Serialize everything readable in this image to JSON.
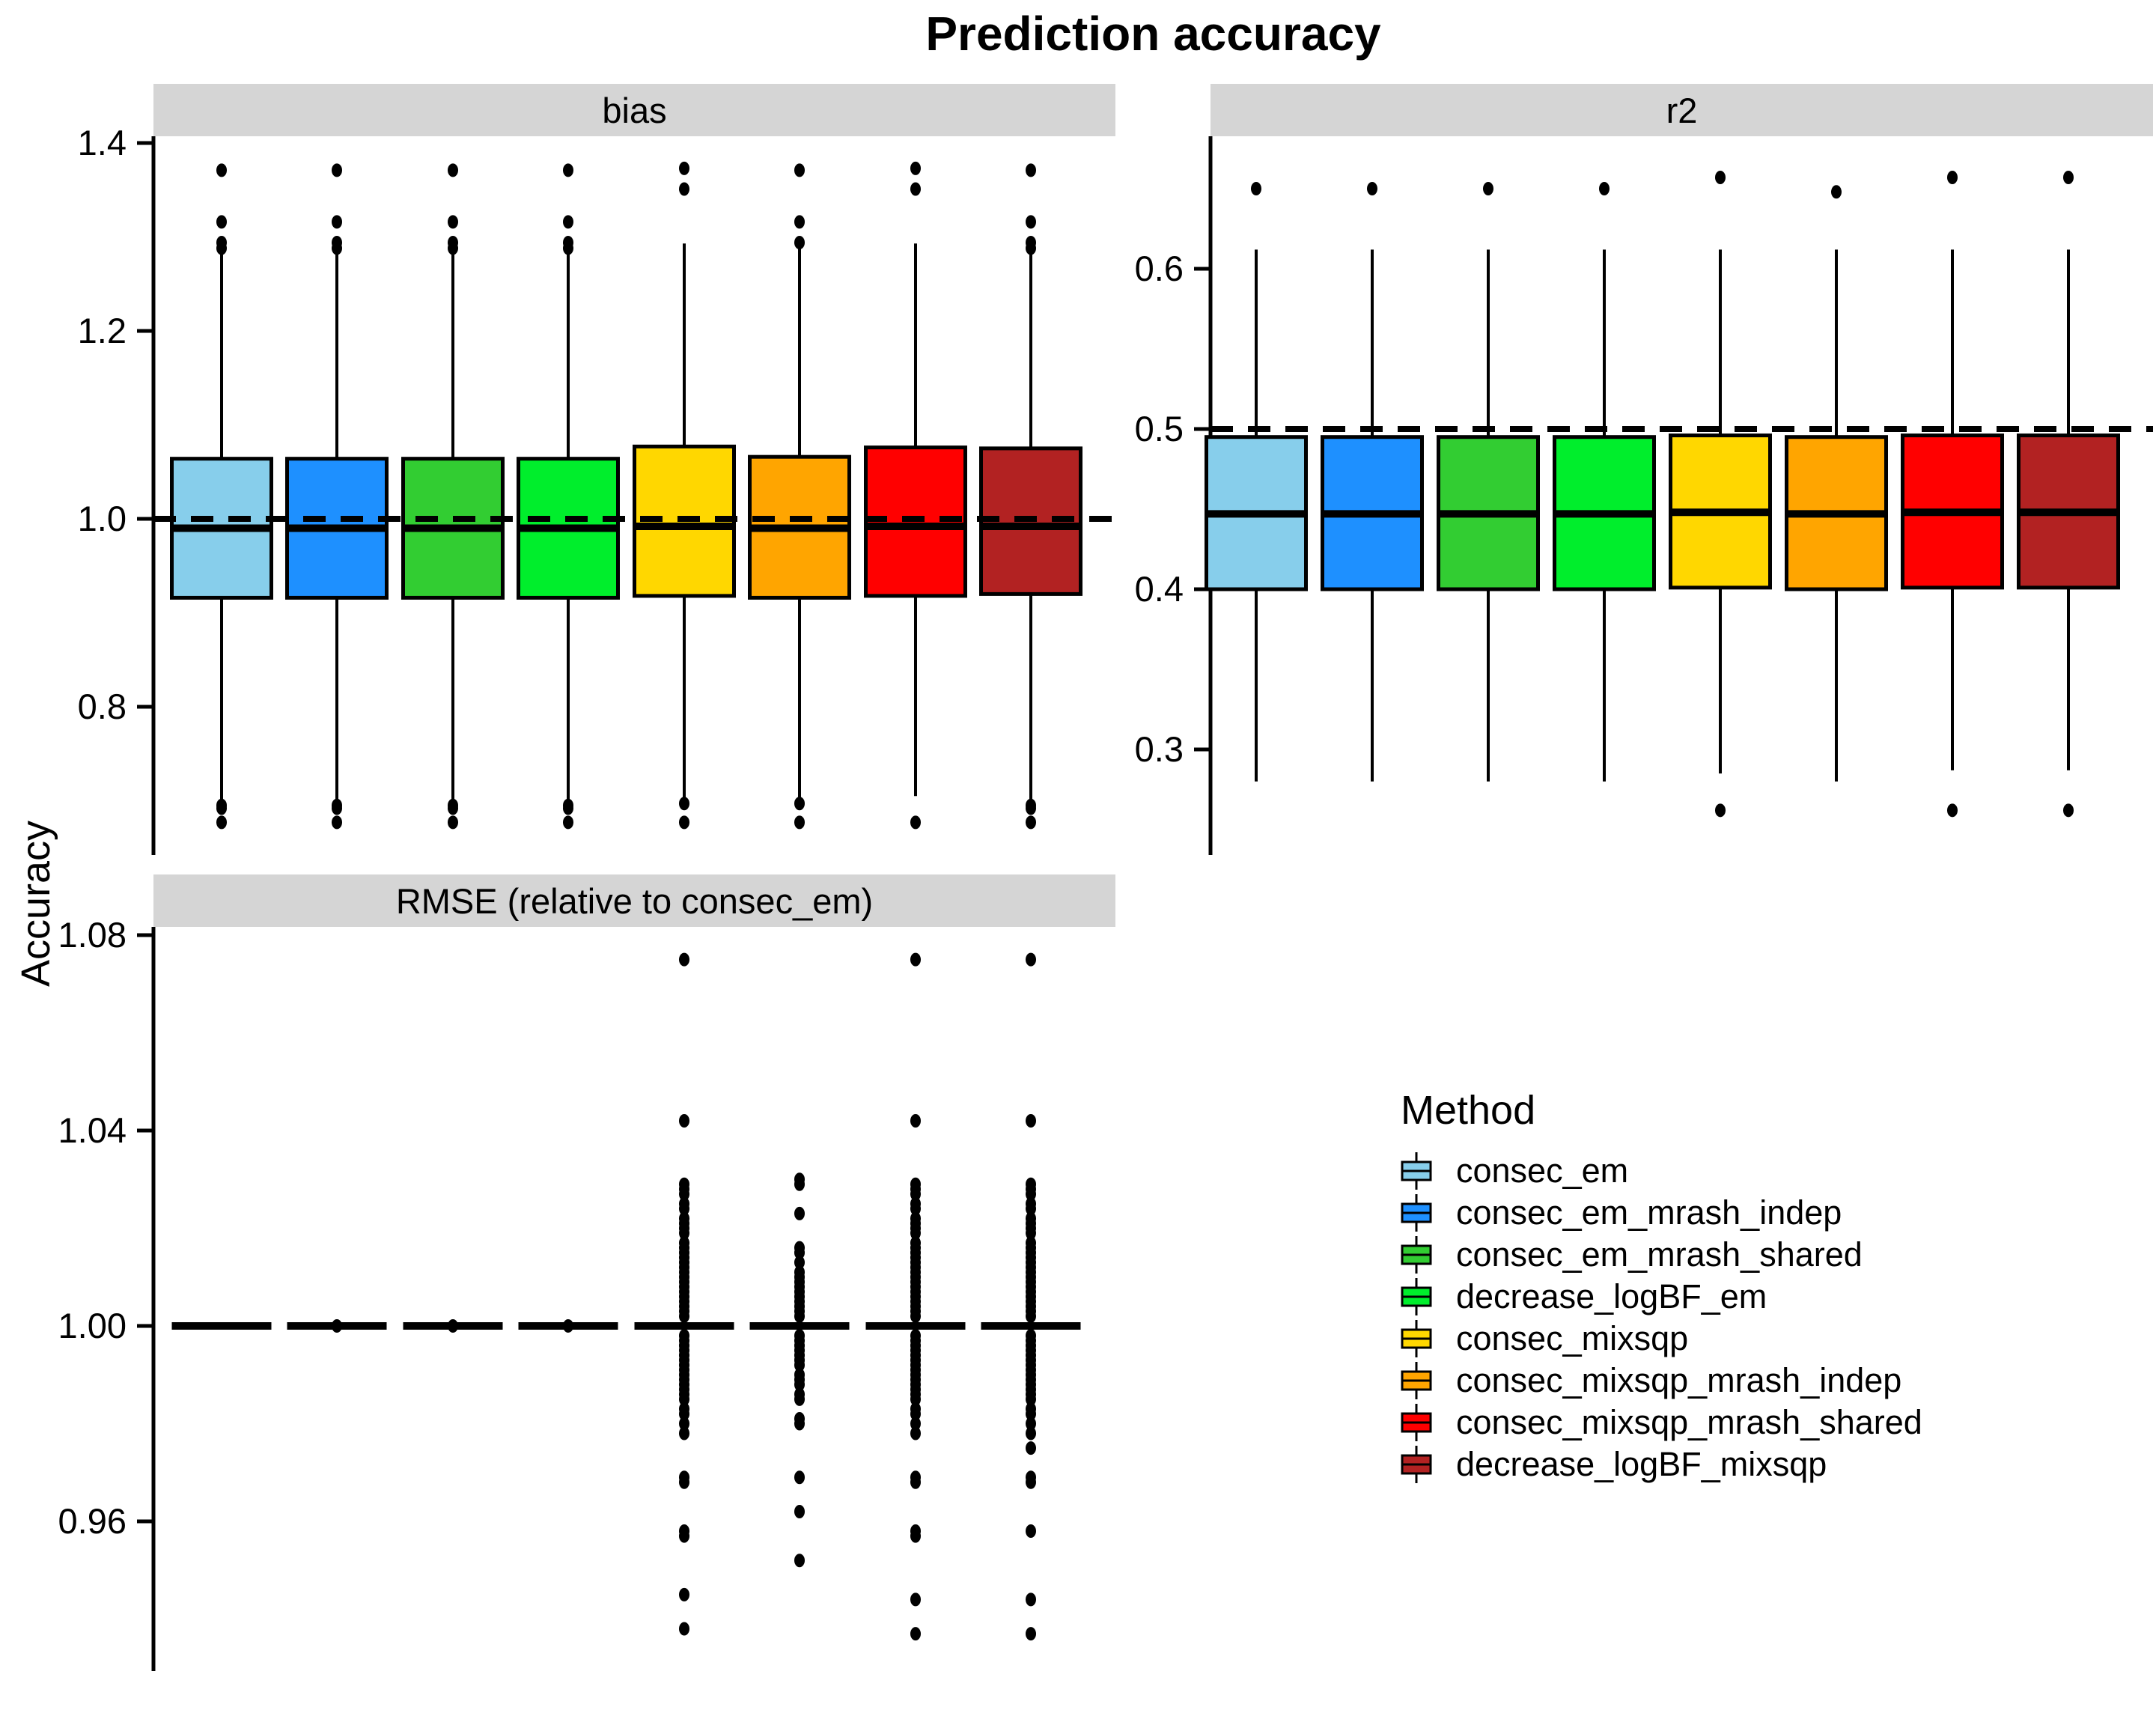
{
  "title": "Prediction accuracy",
  "ylabel": "Accuracy",
  "palette": [
    "#87CEEB",
    "#1E90FF",
    "#32CD32",
    "#00EE2C",
    "#FFD700",
    "#FFA500",
    "#FF0000",
    "#B22222"
  ],
  "strip_color": "#D5D5D5",
  "legend": {
    "title": "Method",
    "items": [
      {
        "label": "consec_em",
        "color": "#87CEEB"
      },
      {
        "label": "consec_em_mrash_indep",
        "color": "#1E90FF"
      },
      {
        "label": "consec_em_mrash_shared",
        "color": "#32CD32"
      },
      {
        "label": "decrease_logBF_em",
        "color": "#00EE2C"
      },
      {
        "label": "consec_mixsqp",
        "color": "#FFD700"
      },
      {
        "label": "consec_mixsqp_mrash_indep",
        "color": "#FFA500"
      },
      {
        "label": "consec_mixsqp_mrash_shared",
        "color": "#FF0000"
      },
      {
        "label": "decrease_logBF_mixsqp",
        "color": "#B22222"
      }
    ]
  },
  "chart_data": [
    {
      "id": "bias",
      "type": "box",
      "title": "bias",
      "ylim": [
        0.64,
        1.41
      ],
      "yticks": [
        {
          "v": 1.4,
          "label": "1.4"
        },
        {
          "v": 1.2,
          "label": "1.2"
        },
        {
          "v": 1.0,
          "label": "1.0"
        },
        {
          "v": 0.8,
          "label": "0.8"
        }
      ],
      "refline": 1.0,
      "grid": false,
      "legend_position": "none",
      "methods": [
        {
          "name": "consec_em",
          "color": "#87CEEB",
          "q1": 0.916,
          "median": 0.99,
          "q3": 1.064,
          "whisker_lo": 0.697,
          "whisker_hi": 1.285,
          "outliers_hi": [
            1.371,
            1.316,
            1.294,
            1.288
          ],
          "outliers_lo": [
            0.695,
            0.692,
            0.677
          ]
        },
        {
          "name": "consec_em_mrash_indep",
          "color": "#1E90FF",
          "q1": 0.916,
          "median": 0.99,
          "q3": 1.064,
          "whisker_lo": 0.697,
          "whisker_hi": 1.285,
          "outliers_hi": [
            1.371,
            1.316,
            1.294,
            1.288
          ],
          "outliers_lo": [
            0.695,
            0.692,
            0.677
          ]
        },
        {
          "name": "consec_em_mrash_shared",
          "color": "#32CD32",
          "q1": 0.916,
          "median": 0.99,
          "q3": 1.064,
          "whisker_lo": 0.697,
          "whisker_hi": 1.285,
          "outliers_hi": [
            1.371,
            1.316,
            1.294,
            1.288
          ],
          "outliers_lo": [
            0.695,
            0.692,
            0.677
          ]
        },
        {
          "name": "decrease_logBF_em",
          "color": "#00EE2C",
          "q1": 0.916,
          "median": 0.99,
          "q3": 1.064,
          "whisker_lo": 0.697,
          "whisker_hi": 1.285,
          "outliers_hi": [
            1.371,
            1.316,
            1.294,
            1.288
          ],
          "outliers_lo": [
            0.695,
            0.692,
            0.677
          ]
        },
        {
          "name": "consec_mixsqp",
          "color": "#FFD700",
          "q1": 0.918,
          "median": 0.992,
          "q3": 1.077,
          "whisker_lo": 0.7,
          "whisker_hi": 1.293,
          "outliers_hi": [
            1.373,
            1.351
          ],
          "outliers_lo": [
            0.697,
            0.677
          ]
        },
        {
          "name": "consec_mixsqp_mrash_indep",
          "color": "#FFA500",
          "q1": 0.916,
          "median": 0.99,
          "q3": 1.066,
          "whisker_lo": 0.7,
          "whisker_hi": 1.293,
          "outliers_hi": [
            1.371,
            1.316,
            1.294
          ],
          "outliers_lo": [
            0.697,
            0.677
          ]
        },
        {
          "name": "consec_mixsqp_mrash_shared",
          "color": "#FF0000",
          "q1": 0.918,
          "median": 0.992,
          "q3": 1.076,
          "whisker_lo": 0.705,
          "whisker_hi": 1.293,
          "outliers_hi": [
            1.373,
            1.351
          ],
          "outliers_lo": [
            0.677
          ]
        },
        {
          "name": "decrease_logBF_mixsqp",
          "color": "#B22222",
          "q1": 0.92,
          "median": 0.992,
          "q3": 1.075,
          "whisker_lo": 0.697,
          "whisker_hi": 1.285,
          "outliers_hi": [
            1.371,
            1.316,
            1.294,
            1.288
          ],
          "outliers_lo": [
            0.695,
            0.692,
            0.677
          ]
        }
      ]
    },
    {
      "id": "r2",
      "type": "box",
      "title": "r2",
      "ylim": [
        0.235,
        0.683
      ],
      "yticks": [
        {
          "v": 0.6,
          "label": "0.6"
        },
        {
          "v": 0.5,
          "label": "0.5"
        },
        {
          "v": 0.4,
          "label": "0.4"
        },
        {
          "v": 0.3,
          "label": "0.3"
        }
      ],
      "refline": 0.5,
      "grid": false,
      "legend_position": "none",
      "methods": [
        {
          "name": "consec_em",
          "color": "#87CEEB",
          "q1": 0.4,
          "median": 0.447,
          "q3": 0.495,
          "whisker_lo": 0.28,
          "whisker_hi": 0.612,
          "outliers_hi": [
            0.65
          ],
          "outliers_lo": []
        },
        {
          "name": "consec_em_mrash_indep",
          "color": "#1E90FF",
          "q1": 0.4,
          "median": 0.447,
          "q3": 0.495,
          "whisker_lo": 0.28,
          "whisker_hi": 0.612,
          "outliers_hi": [
            0.65
          ],
          "outliers_lo": []
        },
        {
          "name": "consec_em_mrash_shared",
          "color": "#32CD32",
          "q1": 0.4,
          "median": 0.447,
          "q3": 0.495,
          "whisker_lo": 0.28,
          "whisker_hi": 0.612,
          "outliers_hi": [
            0.65
          ],
          "outliers_lo": []
        },
        {
          "name": "decrease_logBF_em",
          "color": "#00EE2C",
          "q1": 0.4,
          "median": 0.447,
          "q3": 0.495,
          "whisker_lo": 0.28,
          "whisker_hi": 0.612,
          "outliers_hi": [
            0.65
          ],
          "outliers_lo": []
        },
        {
          "name": "consec_mixsqp",
          "color": "#FFD700",
          "q1": 0.401,
          "median": 0.448,
          "q3": 0.496,
          "whisker_lo": 0.285,
          "whisker_hi": 0.612,
          "outliers_hi": [
            0.657
          ],
          "outliers_lo": [
            0.262
          ]
        },
        {
          "name": "consec_mixsqp_mrash_indep",
          "color": "#FFA500",
          "q1": 0.4,
          "median": 0.447,
          "q3": 0.495,
          "whisker_lo": 0.28,
          "whisker_hi": 0.612,
          "outliers_hi": [
            0.648
          ],
          "outliers_lo": []
        },
        {
          "name": "consec_mixsqp_mrash_shared",
          "color": "#FF0000",
          "q1": 0.401,
          "median": 0.448,
          "q3": 0.496,
          "whisker_lo": 0.287,
          "whisker_hi": 0.612,
          "outliers_hi": [
            0.657
          ],
          "outliers_lo": [
            0.262
          ]
        },
        {
          "name": "decrease_logBF_mixsqp",
          "color": "#B22222",
          "q1": 0.401,
          "median": 0.448,
          "q3": 0.496,
          "whisker_lo": 0.287,
          "whisker_hi": 0.612,
          "outliers_hi": [
            0.657
          ],
          "outliers_lo": [
            0.262
          ]
        }
      ]
    },
    {
      "id": "rmse",
      "type": "box",
      "title": "RMSE (relative to consec_em)",
      "ylim": [
        0.929,
        1.082
      ],
      "yticks": [
        {
          "v": 1.08,
          "label": "1.08"
        },
        {
          "v": 1.04,
          "label": "1.04"
        },
        {
          "v": 1.0,
          "label": "1.00"
        },
        {
          "v": 0.96,
          "label": "0.96"
        }
      ],
      "refline": null,
      "grid": false,
      "legend_position": "none",
      "methods": [
        {
          "name": "consec_em",
          "color": "#87CEEB",
          "q1": 1.0,
          "median": 1.0,
          "q3": 1.0,
          "whisker_lo": 1.0,
          "whisker_hi": 1.0,
          "outliers_hi": [],
          "outliers_lo": []
        },
        {
          "name": "consec_em_mrash_indep",
          "color": "#1E90FF",
          "q1": 1.0,
          "median": 1.0,
          "q3": 1.0,
          "whisker_lo": 1.0,
          "whisker_hi": 1.0,
          "outliers_hi": [
            1.0
          ],
          "outliers_lo": []
        },
        {
          "name": "consec_em_mrash_shared",
          "color": "#32CD32",
          "q1": 1.0,
          "median": 1.0,
          "q3": 1.0,
          "whisker_lo": 1.0,
          "whisker_hi": 1.0,
          "outliers_hi": [
            1.0
          ],
          "outliers_lo": []
        },
        {
          "name": "decrease_logBF_em",
          "color": "#00EE2C",
          "q1": 1.0,
          "median": 1.0,
          "q3": 1.0,
          "whisker_lo": 1.0,
          "whisker_hi": 1.0,
          "outliers_hi": [
            1.0
          ],
          "outliers_lo": []
        },
        {
          "name": "consec_mixsqp",
          "color": "#FFD700",
          "q1": 1.0,
          "median": 1.0,
          "q3": 1.0,
          "whisker_lo": 1.0,
          "whisker_hi": 1.0,
          "outliers_hi": [
            1.075,
            1.042,
            1.029,
            1.028,
            1.027,
            1.025,
            1.024,
            1.022,
            1.021,
            1.02,
            1.019,
            1.017,
            1.016,
            1.015,
            1.014,
            1.013,
            1.012,
            1.011,
            1.01,
            1.009,
            1.008,
            1.007,
            1.006,
            1.005,
            1.004,
            1.003,
            1.002
          ],
          "outliers_lo": [
            0.998,
            0.997,
            0.996,
            0.995,
            0.994,
            0.993,
            0.992,
            0.991,
            0.99,
            0.989,
            0.988,
            0.987,
            0.986,
            0.985,
            0.983,
            0.982,
            0.98,
            0.978,
            0.969,
            0.968,
            0.958,
            0.957,
            0.945,
            0.938
          ]
        },
        {
          "name": "consec_mixsqp_mrash_indep",
          "color": "#FFA500",
          "q1": 1.0,
          "median": 1.0,
          "q3": 1.0,
          "whisker_lo": 1.0,
          "whisker_hi": 1.0,
          "outliers_hi": [
            1.03,
            1.029,
            1.023,
            1.016,
            1.015,
            1.013,
            1.011,
            1.01,
            1.009,
            1.008,
            1.007,
            1.006,
            1.005,
            1.004,
            1.003,
            1.002
          ],
          "outliers_lo": [
            0.998,
            0.997,
            0.996,
            0.995,
            0.994,
            0.993,
            0.992,
            0.99,
            0.989,
            0.988,
            0.986,
            0.985,
            0.981,
            0.98,
            0.969,
            0.962,
            0.952
          ]
        },
        {
          "name": "consec_mixsqp_mrash_shared",
          "color": "#FF0000",
          "q1": 1.0,
          "median": 1.0,
          "q3": 1.0,
          "whisker_lo": 1.0,
          "whisker_hi": 1.0,
          "outliers_hi": [
            1.075,
            1.042,
            1.029,
            1.028,
            1.027,
            1.025,
            1.024,
            1.022,
            1.021,
            1.02,
            1.019,
            1.017,
            1.016,
            1.015,
            1.014,
            1.013,
            1.012,
            1.011,
            1.01,
            1.009,
            1.008,
            1.007,
            1.006,
            1.005,
            1.004,
            1.003,
            1.002
          ],
          "outliers_lo": [
            0.998,
            0.997,
            0.996,
            0.995,
            0.994,
            0.993,
            0.992,
            0.991,
            0.99,
            0.989,
            0.988,
            0.987,
            0.986,
            0.985,
            0.983,
            0.982,
            0.98,
            0.978,
            0.969,
            0.968,
            0.958,
            0.957,
            0.944,
            0.937
          ]
        },
        {
          "name": "decrease_logBF_mixsqp",
          "color": "#B22222",
          "q1": 1.0,
          "median": 1.0,
          "q3": 1.0,
          "whisker_lo": 1.0,
          "whisker_hi": 1.0,
          "outliers_hi": [
            1.075,
            1.042,
            1.029,
            1.028,
            1.027,
            1.025,
            1.024,
            1.022,
            1.021,
            1.02,
            1.019,
            1.017,
            1.016,
            1.015,
            1.014,
            1.013,
            1.012,
            1.011,
            1.01,
            1.009,
            1.008,
            1.007,
            1.006,
            1.005,
            1.004,
            1.003,
            1.002
          ],
          "outliers_lo": [
            0.998,
            0.997,
            0.996,
            0.995,
            0.994,
            0.993,
            0.992,
            0.991,
            0.99,
            0.989,
            0.988,
            0.987,
            0.986,
            0.985,
            0.983,
            0.982,
            0.98,
            0.978,
            0.975,
            0.969,
            0.968,
            0.958,
            0.944,
            0.937
          ]
        }
      ]
    }
  ]
}
